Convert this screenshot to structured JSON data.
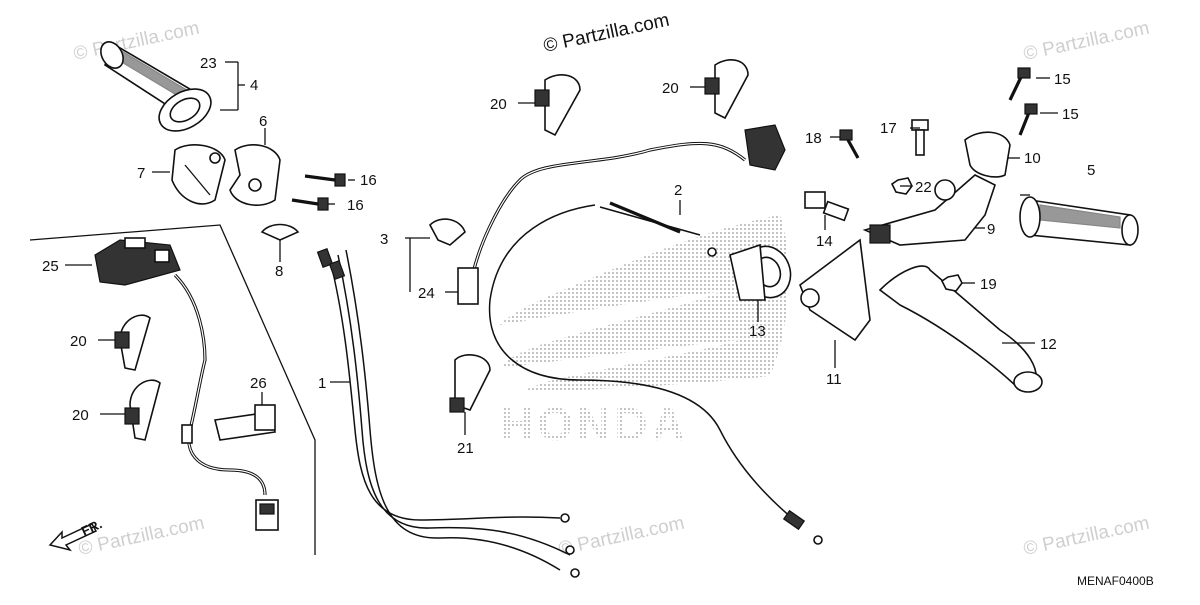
{
  "watermark": {
    "text": "© Partzilla.com",
    "small_text": "© Partzilla.com"
  },
  "brand_text": "HONDA",
  "diagram_code": "MENAF0400B",
  "direction_label": "FR.",
  "callouts": {
    "c1": "1",
    "c2": "2",
    "c3": "3",
    "c4": "4",
    "c5": "5",
    "c6": "6",
    "c7": "7",
    "c8": "8",
    "c9": "9",
    "c10": "10",
    "c11": "11",
    "c12": "12",
    "c13": "13",
    "c14": "14",
    "c15a": "15",
    "c15b": "15",
    "c16a": "16",
    "c16b": "16",
    "c17": "17",
    "c18": "18",
    "c19": "19",
    "c20a": "20",
    "c20b": "20",
    "c20c": "20",
    "c20d": "20",
    "c21": "21",
    "c22": "22",
    "c23": "23",
    "c24": "24",
    "c25": "25",
    "c26": "26"
  }
}
